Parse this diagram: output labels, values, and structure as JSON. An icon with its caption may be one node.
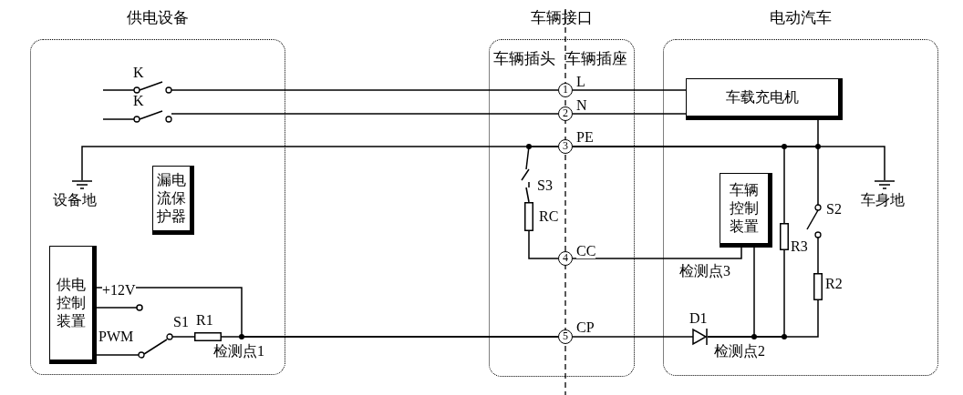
{
  "diagram": {
    "nodes": [
      {
        "text": [
          "供电设备"
        ]
      },
      {
        "text": [
          "车辆接口"
        ]
      },
      {
        "text": [
          "电动汽车"
        ]
      },
      {
        "text": [
          "漏电流保护器"
        ],
        "in": 0
      },
      {
        "text": [
          "供电控制装置"
        ],
        "in": 0
      },
      {
        "text": [
          "车载充电机"
        ],
        "in": 2
      },
      {
        "text": [
          "车辆控制装置"
        ],
        "in": 2
      },
      {
        "text": [
          "1"
        ],
        "in": 1,
        "beside": [
          "L"
        ]
      },
      {
        "text": [
          "2"
        ],
        "in": 1,
        "beside": [
          "N"
        ]
      },
      {
        "text": [
          "3"
        ],
        "in": 1,
        "beside": [
          "PE"
        ]
      },
      {
        "text": [
          "4"
        ],
        "in": 1,
        "beside": [
          "CC"
        ]
      },
      {
        "text": [
          "5"
        ],
        "in": 1,
        "beside": [
          "CP"
        ]
      },
      {
        "text": [],
        "shape": "switch",
        "in": 0,
        "beside": [
          "K"
        ]
      },
      {
        "text": [],
        "shape": "switch",
        "in": 0,
        "beside": [
          "K"
        ]
      },
      {
        "text": [],
        "shape": "ground",
        "in": 0,
        "beside": [
          "设备地"
        ]
      },
      {
        "text": [],
        "shape": "switch",
        "in": 1,
        "beside": [
          "S3"
        ]
      },
      {
        "text": [],
        "shape": "resistor",
        "in": 1,
        "beside": [
          "RC"
        ]
      },
      {
        "text": [],
        "shape": "ground",
        "in": 2,
        "beside": [
          "车身地"
        ]
      },
      {
        "text": [],
        "shape": "switch",
        "in": 2,
        "beside": [
          "S2"
        ]
      },
      {
        "text": [],
        "shape": "resistor",
        "in": 2,
        "beside": [
          "R3"
        ]
      },
      {
        "text": [],
        "shape": "resistor",
        "in": 2,
        "beside": [
          "R2"
        ]
      },
      {
        "text": [],
        "shape": "switch",
        "in": 0,
        "beside": [
          "S1"
        ]
      },
      {
        "text": [],
        "shape": "resistor",
        "in": 0,
        "beside": [
          "R1"
        ]
      },
      {
        "text": [],
        "shape": "diode",
        "in": 2,
        "beside": [
          "D1"
        ]
      }
    ],
    "edges": [
      {
        "from": 7,
        "to": 5,
        "arrow": "none"
      },
      {
        "from": 8,
        "to": 5,
        "arrow": "none"
      },
      {
        "from": 10,
        "to": 6,
        "arrow": "none"
      },
      {
        "from": 4,
        "to": 11,
        "arrow": "none"
      },
      {
        "from": 12,
        "to": 7,
        "arrow": "none"
      },
      {
        "from": 13,
        "to": 8,
        "arrow": "none"
      },
      {
        "from": 14,
        "to": 9,
        "arrow": "none"
      },
      {
        "from": 15,
        "to": 9,
        "arrow": "none"
      },
      {
        "from": 15,
        "to": 16,
        "arrow": "none"
      },
      {
        "from": 16,
        "to": 10,
        "arrow": "none"
      },
      {
        "from": 9,
        "to": 5,
        "arrow": "none"
      },
      {
        "from": 9,
        "to": 17,
        "arrow": "none"
      },
      {
        "from": 9,
        "to": 19,
        "arrow": "none"
      },
      {
        "from": 9,
        "to": 18,
        "arrow": "none"
      },
      {
        "from": 18,
        "to": 20,
        "arrow": "none"
      },
      {
        "from": 11,
        "to": 23,
        "arrow": "none"
      },
      {
        "from": 23,
        "to": 19,
        "arrow": "none"
      },
      {
        "from": 23,
        "to": 6,
        "arrow": "none"
      },
      {
        "from": 23,
        "to": 20,
        "arrow": "none"
      },
      {
        "from": 4,
        "to": 21,
        "arrow": "none"
      },
      {
        "from": 21,
        "to": 22,
        "arrow": "none"
      },
      {
        "from": 22,
        "to": 11,
        "arrow": "none"
      },
      {
        "from": 4,
        "to": null,
        "arrow": "none"
      }
    ],
    "labels": [
      "车辆插头",
      "车辆插座",
      "+12V",
      "检测点3",
      "PWM",
      "检测点1",
      "检测点2"
    ]
  }
}
